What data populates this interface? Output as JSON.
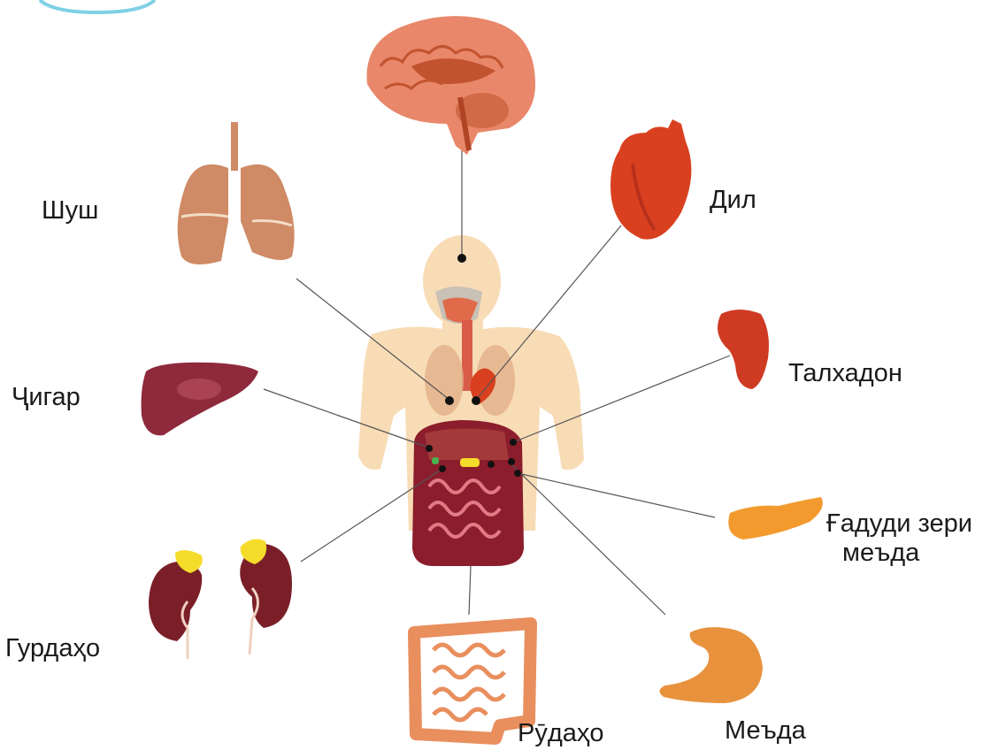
{
  "labels": {
    "lungs": "Шуш",
    "heart": "Дил",
    "spleen": "Талхадон",
    "liver": "Ҷигар",
    "pancreas_line1": "Ғадуди зери",
    "pancreas_line2": "меъда",
    "kidneys": "Гурдаҳо",
    "intestines": "Рӯдаҳо",
    "stomach": "Меъда"
  },
  "colors": {
    "skin": "#f8dcb6",
    "brain": "#e9876a",
    "brain_dark": "#c1542f",
    "lungs": "#cf8a66",
    "heart": "#d9401f",
    "spleen": "#cf3a22",
    "liver": "#8e2a3c",
    "pancreas": "#f39a2e",
    "kidney": "#7a1f28",
    "adrenal": "#f6dc2a",
    "intestine": "#e98f5e",
    "stomach": "#e8923e",
    "gut_dark": "#8b1d2c",
    "line": "#555555",
    "dot": "#111111"
  },
  "icons": [
    "brain-icon",
    "lungs-icon",
    "heart-icon",
    "spleen-icon",
    "liver-icon",
    "pancreas-icon",
    "kidneys-icon",
    "intestines-icon",
    "stomach-icon",
    "body-silhouette"
  ]
}
